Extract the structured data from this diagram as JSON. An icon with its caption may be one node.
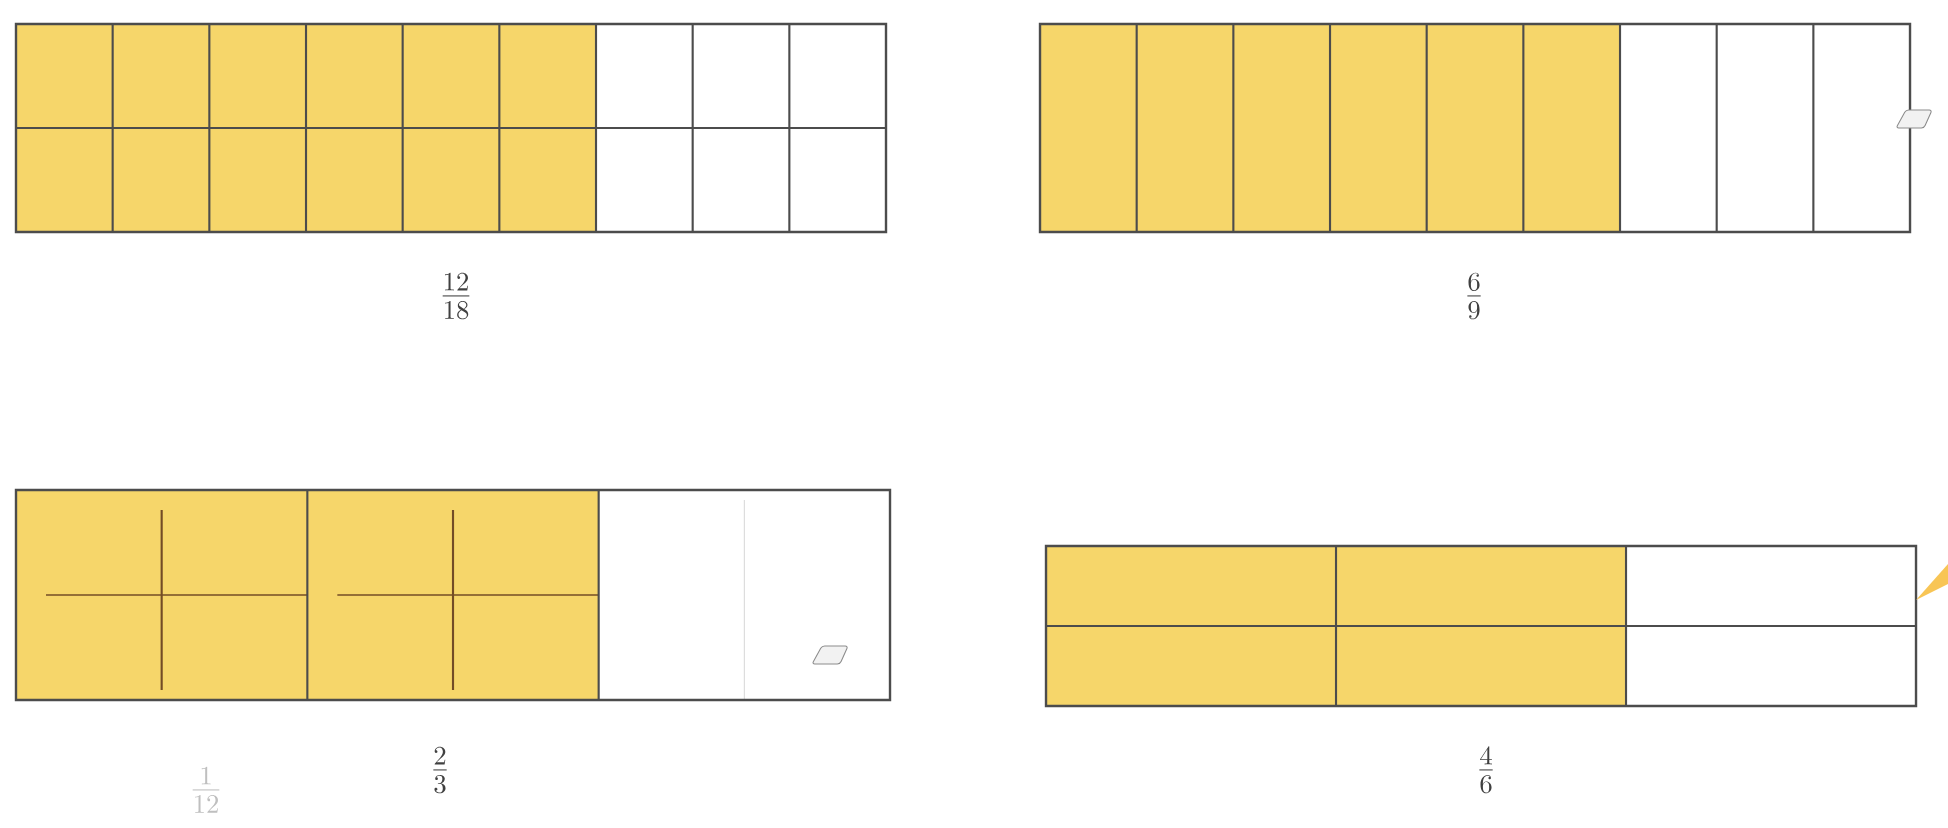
{
  "diagram": {
    "labels": [
      "\\frac{12}{18}",
      "\\frac{6}{9}",
      "\\frac{2}{3}",
      "\\frac{4}{6}",
      "\\frac{1}{12}"
    ]
  }
}
